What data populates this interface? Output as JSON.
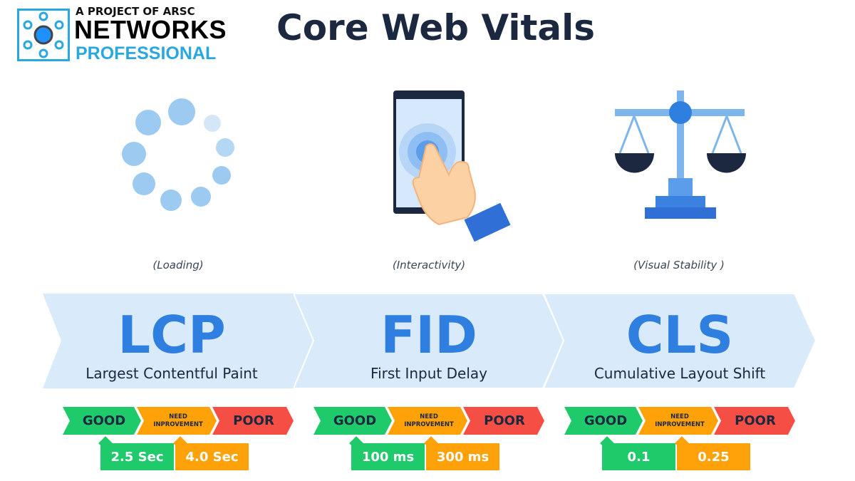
{
  "logo": {
    "tagline": "A PROJECT OF ARSC",
    "name": "NETWORKS",
    "sub": "PROFESSIONAL"
  },
  "title": "Core Web Vitals",
  "colors": {
    "good": "#1fca6b",
    "need": "#ffa20a",
    "poor": "#f54f45",
    "accent": "#2f7fe0",
    "band": "#d9eafb"
  },
  "metrics": [
    {
      "caption": "(Loading)",
      "icon": "loading-spinner-icon",
      "abbr": "LCP",
      "full": "Largest Contentful Paint",
      "good": "GOOD",
      "need": "NEED INPROVEMENT",
      "poor": "POOR",
      "threshold_good": "2.5 Sec",
      "threshold_poor": "4.0 Sec"
    },
    {
      "caption": "(Interactivity)",
      "icon": "phone-tap-icon",
      "abbr": "FID",
      "full": "First Input Delay",
      "good": "GOOD",
      "need": "NEED INPROVEMENT",
      "poor": "POOR",
      "threshold_good": "100 ms",
      "threshold_poor": "300 ms"
    },
    {
      "caption": "(Visual Stability )",
      "icon": "balance-scale-icon",
      "abbr": "CLS",
      "full": "Cumulative Layout Shift",
      "good": "GOOD",
      "need": "NEED INPROVEMENT",
      "poor": "POOR",
      "threshold_good": "0.1",
      "threshold_poor": "0.25"
    }
  ]
}
